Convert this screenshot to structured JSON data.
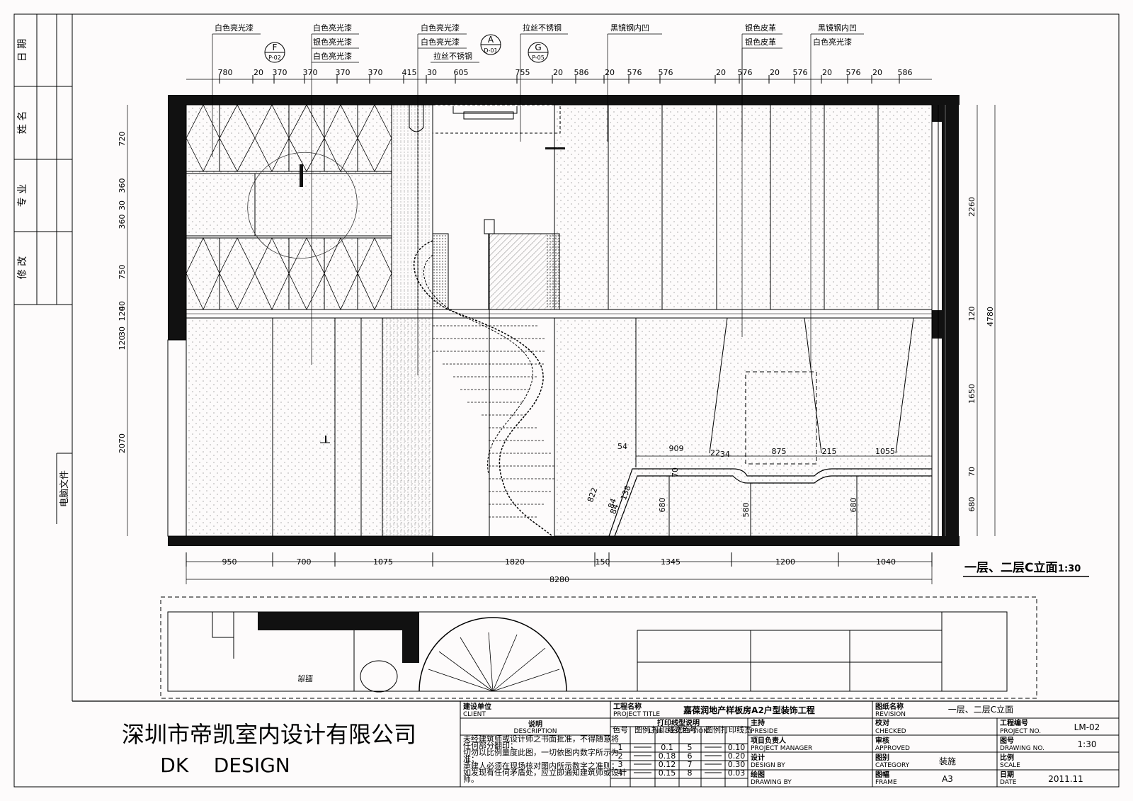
{
  "side_panel": {
    "labels": [
      "日 期",
      "姓 名",
      "专 业",
      "修 改"
    ],
    "file_label": "电脑文件"
  },
  "drawing": {
    "notes": [
      {
        "text": "白色亮光漆"
      },
      {
        "text": "白色亮光漆"
      },
      {
        "text": "银色亮光漆"
      },
      {
        "text": "白色亮光漆"
      },
      {
        "text": "白色亮光漆"
      },
      {
        "text": "白色亮光漆"
      },
      {
        "text": "拉丝不锈钢"
      },
      {
        "text": "拉丝不锈钢"
      },
      {
        "text": "黑镜钢内凹"
      },
      {
        "text": "银色皮革"
      },
      {
        "text": "银色皮革"
      },
      {
        "text": "黑镜钢内凹"
      },
      {
        "text": "白色亮光漆"
      }
    ],
    "callouts": [
      {
        "letter": "F",
        "ref": "P-02"
      },
      {
        "letter": "A",
        "ref": "D-01"
      },
      {
        "letter": "G",
        "ref": "P-05"
      }
    ],
    "top_dims": [
      "780",
      "20",
      "370",
      "370",
      "370",
      "370",
      "415",
      "30",
      "605",
      "755",
      "20",
      "586",
      "20",
      "576",
      "576",
      "20",
      "576",
      "20",
      "576",
      "20",
      "576",
      "20",
      "586"
    ],
    "left_dims": [
      "720",
      "360",
      "30",
      "360",
      "750",
      "40",
      "120",
      "30",
      "120",
      "2070"
    ],
    "right_dims": [
      "2260",
      "4780",
      "120",
      "1650",
      "70",
      "680"
    ],
    "bottom_dims": [
      "950",
      "700",
      "1075",
      "1820",
      "150",
      "1345",
      "1200",
      "1040"
    ],
    "total_dim": "8280",
    "stair_dims": [
      "54",
      "822",
      "84",
      "138",
      "84"
    ],
    "counter_dims": [
      "909",
      "22",
      "34",
      "875",
      "215",
      "1055",
      "70",
      "680",
      "580",
      "680"
    ],
    "title": "一层、二层C立面",
    "scale": "1:30",
    "plan_room_label": "厨房"
  },
  "title_block": {
    "company_cn": "深圳市帝凯室内设计有限公司",
    "company_en": "DK    DESIGN",
    "client_cn": "建设单位",
    "client_en": "CLIENT",
    "desc_cn": "说明",
    "desc_en": "DESCRIPTION",
    "desc_lines": [
      "未经建筑师或设计师之书面批准，不得随意将",
      "任何部分翻印；",
      "切勿以比例量度此图，一切依图内数字所示为",
      "准；",
      "承建人必须在现场核对图内所示数字之准则；",
      "如发现有任何矛盾处，应立即通知建筑师或设计",
      "师。"
    ],
    "project_title_cn": "工程名称",
    "project_title_en": "PROJECT TITLE",
    "project_name": "嘉葆润地产样板房A2户型装饰工程",
    "line_desc_cn": "打印线型说明",
    "line_desc_en": "LINE DESCRIPTION",
    "line_headers": [
      "色号",
      "图例",
      "打印线宽",
      "色号",
      "图例",
      "打印线宽"
    ],
    "line_rows": [
      [
        "1",
        "0.1",
        "5",
        "0.10"
      ],
      [
        "2",
        "0.18",
        "6",
        "0.20"
      ],
      [
        "3",
        "0.12",
        "7",
        "0.30"
      ],
      [
        "4",
        "0.15",
        "8",
        "0.03"
      ]
    ],
    "preside_cn": "主持",
    "preside_en": "PRESIDE",
    "pm_cn": "项目负责人",
    "pm_en": "PROJECT MANAGER",
    "design_cn": "设计",
    "design_en": "DESIGN BY",
    "drawing_cn": "绘图",
    "drawing_en": "DRAWING BY",
    "revision_cn": "图纸名称",
    "revision_en": "REVISION",
    "revision_value": "一层、二层C立面",
    "checked_cn": "校对",
    "checked_en": "CHECKED",
    "approved_cn": "审核",
    "approved_en": "APPROVED",
    "category_cn": "图别",
    "category_en": "CATEGORY",
    "category_value": "装施",
    "frame_cn": "图幅",
    "frame_en": "FRAME",
    "frame_value": "A3",
    "project_no_cn": "工程编号",
    "project_no_en": "PROJECT NO.",
    "project_no_value": "LM-02",
    "drawing_no_cn": "图号",
    "drawing_no_en": "DRAWING NO.",
    "drawing_no_value": "1:30",
    "scale_cn": "比例",
    "scale_en": "SCALE",
    "date_cn": "日期",
    "date_en": "DATE",
    "date_value": "2011.11"
  }
}
